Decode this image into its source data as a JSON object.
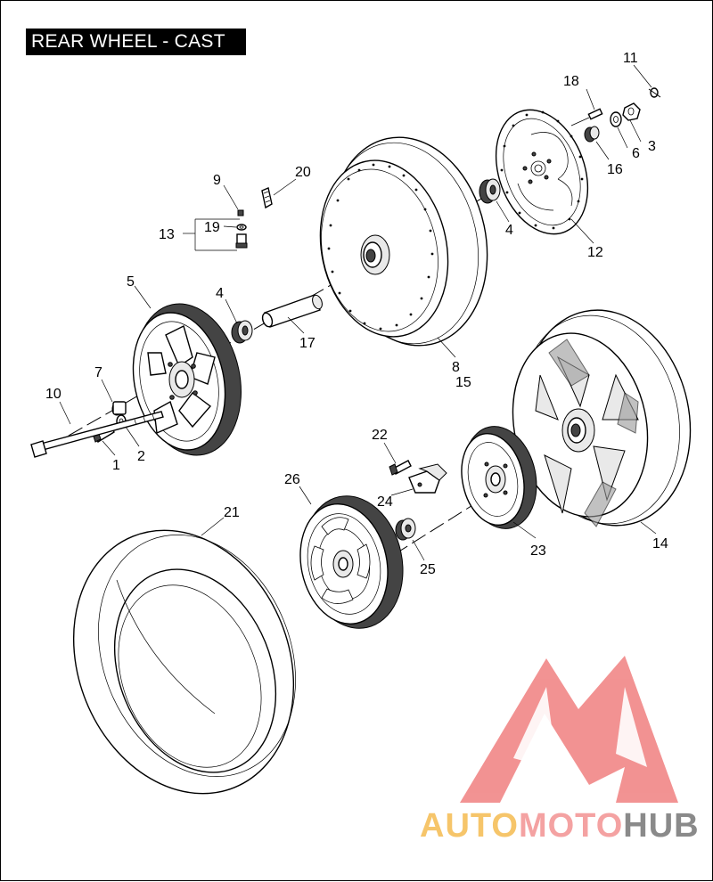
{
  "title": "REAR WHEEL - CAST",
  "callouts": {
    "n1": "1",
    "n2": "2",
    "n3": "3",
    "n4a": "4",
    "n4b": "4",
    "n5": "5",
    "n6": "6",
    "n7": "7",
    "n8": "8",
    "n9": "9",
    "n10": "10",
    "n11": "11",
    "n12": "12",
    "n13": "13",
    "n14": "14",
    "n15": "15",
    "n16": "16",
    "n17": "17",
    "n18": "18",
    "n19": "19",
    "n20": "20",
    "n21": "21",
    "n22": "22",
    "n23": "23",
    "n24": "24",
    "n25": "25",
    "n26": "26"
  },
  "watermark": {
    "part1": "AUTO",
    "part2": "MOTO",
    "part3": "HUB"
  },
  "colors": {
    "watermark_logo": "#f08080",
    "watermark_auto": "#f6c56a",
    "watermark_moto": "#f4a2a2",
    "watermark_hub": "#8a8a8a"
  }
}
